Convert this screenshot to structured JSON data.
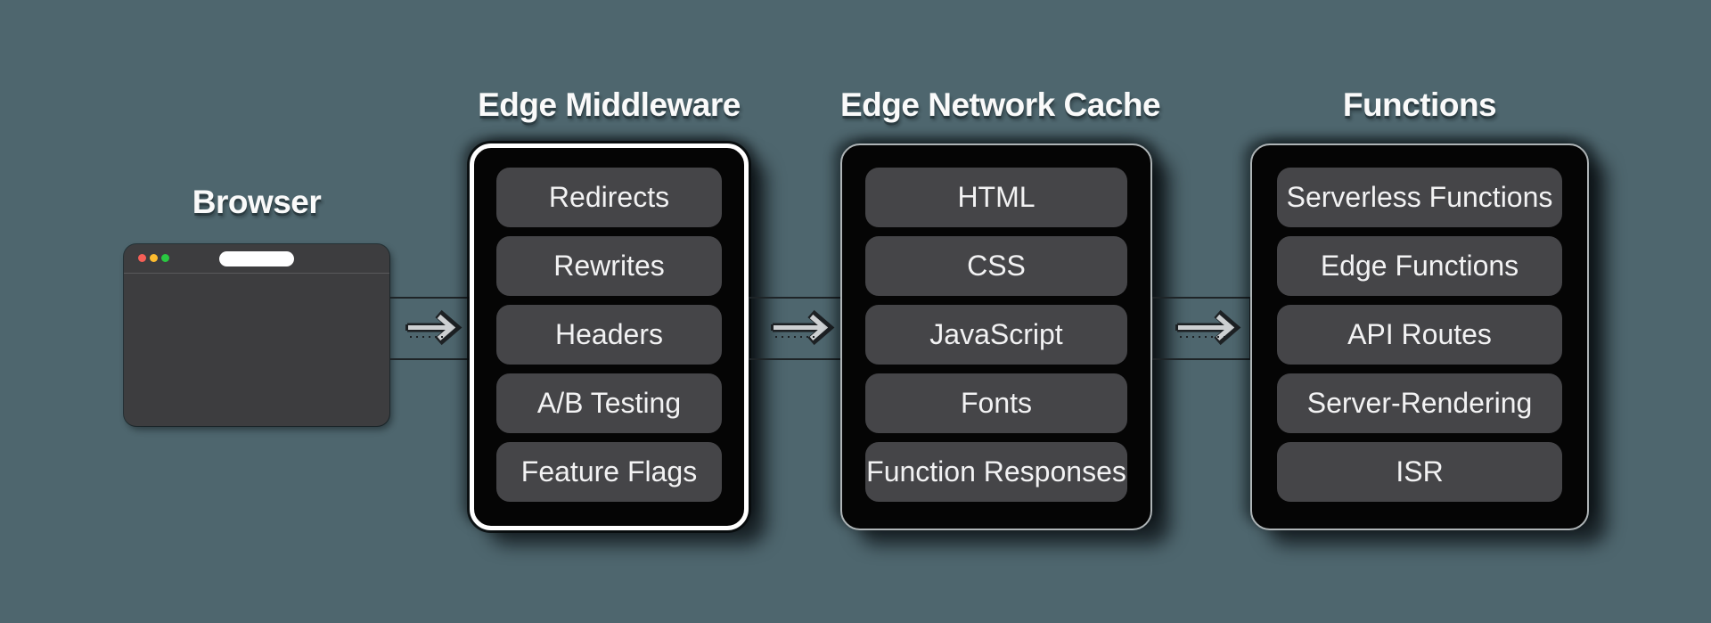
{
  "diagram": {
    "background_color": "#4e666e",
    "flow_direction": "left-to-right"
  },
  "browser": {
    "label": "Browser",
    "window_color": "#3d3d3f",
    "traffic_light_colors": {
      "red": "#f65f57",
      "yellow": "#fdbc2f",
      "green": "#29c841"
    },
    "address_bar_color": "#ffffff"
  },
  "panels": [
    {
      "title": "Edge Middleware",
      "highlighted": true,
      "border_color": "#ffffff",
      "fill_color": "#050505",
      "item_color": "#454548",
      "items": [
        "Redirects",
        "Rewrites",
        "Headers",
        "A/B Testing",
        "Feature Flags"
      ]
    },
    {
      "title": "Edge Network Cache",
      "highlighted": false,
      "border_color": "#aeb4b6",
      "fill_color": "#050505",
      "item_color": "#454548",
      "items": [
        "HTML",
        "CSS",
        "JavaScript",
        "Fonts",
        "Function Responses"
      ]
    },
    {
      "title": "Functions",
      "highlighted": false,
      "border_color": "#aeb4b6",
      "fill_color": "#050505",
      "item_color": "#454548",
      "items": [
        "Serverless Functions",
        "Edge Functions",
        "API Routes",
        "Server-Rendering",
        "ISR"
      ]
    }
  ],
  "connectors": [
    {
      "from": "Browser",
      "to": "Edge Middleware",
      "arrow": "right"
    },
    {
      "from": "Edge Middleware",
      "to": "Edge Network Cache",
      "arrow": "right"
    },
    {
      "from": "Edge Network Cache",
      "to": "Functions",
      "arrow": "right"
    }
  ],
  "arrow_colors": {
    "fill": "#cdd0d2",
    "outline": "#1d2124"
  }
}
